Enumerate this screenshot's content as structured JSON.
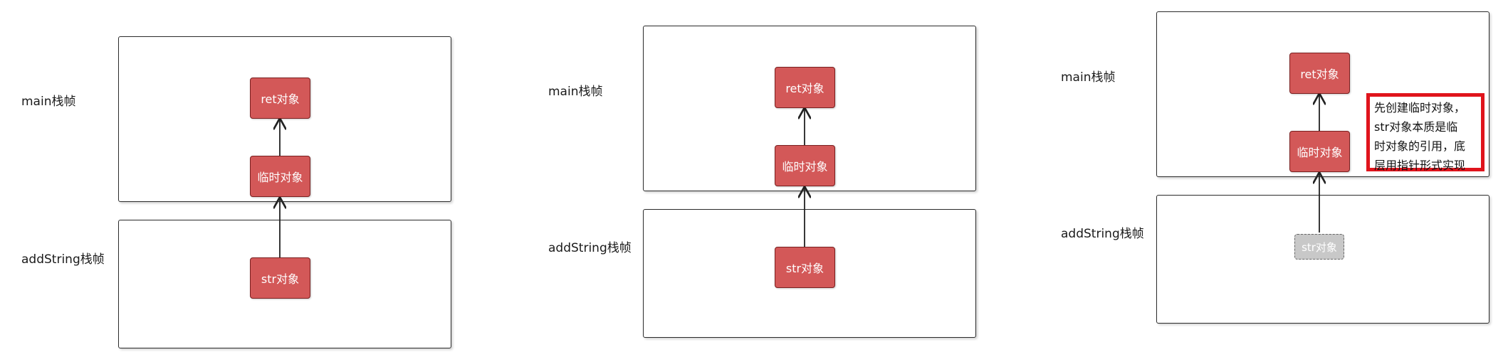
{
  "panels": [
    {
      "main_label": "main栈帧",
      "add_label": "addString栈帧",
      "ret_label": "ret对象",
      "temp_label": "临时对象",
      "str_label": "str对象"
    },
    {
      "main_label": "main栈帧",
      "add_label": "addString栈帧",
      "ret_label": "ret对象",
      "temp_label": "临时对象",
      "str_label": "str对象"
    },
    {
      "main_label": "main栈帧",
      "add_label": "addString栈帧",
      "ret_label": "ret对象",
      "temp_label": "临时对象",
      "str_label": "str对象",
      "note_lines": [
        "先创建临时对象，",
        "str对象本质是临",
        "时对象的引用，底",
        "层用指针形式实现"
      ]
    }
  ],
  "colors": {
    "node_fill": "#d35858",
    "ghost_fill": "#c8c8c8",
    "note_border": "#e0141c"
  }
}
